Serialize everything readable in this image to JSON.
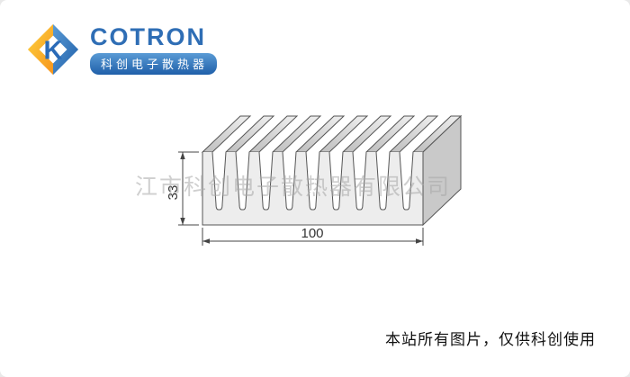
{
  "logo": {
    "brand": "COTRON",
    "subtitle": "科创电子散热器",
    "icon_letter": "K",
    "colors": {
      "blue": "#2a6bb8",
      "orange": "#f7941d"
    }
  },
  "drawing": {
    "height_label": "33",
    "width_label": "100",
    "fin_count": 10,
    "line_color": "#555555",
    "front_fill": "#ededed",
    "side_fill": "#c9c9c9"
  },
  "watermark": "江市科创电子散热器有限公司",
  "footer": "本站所有图片，仅供科创使用"
}
